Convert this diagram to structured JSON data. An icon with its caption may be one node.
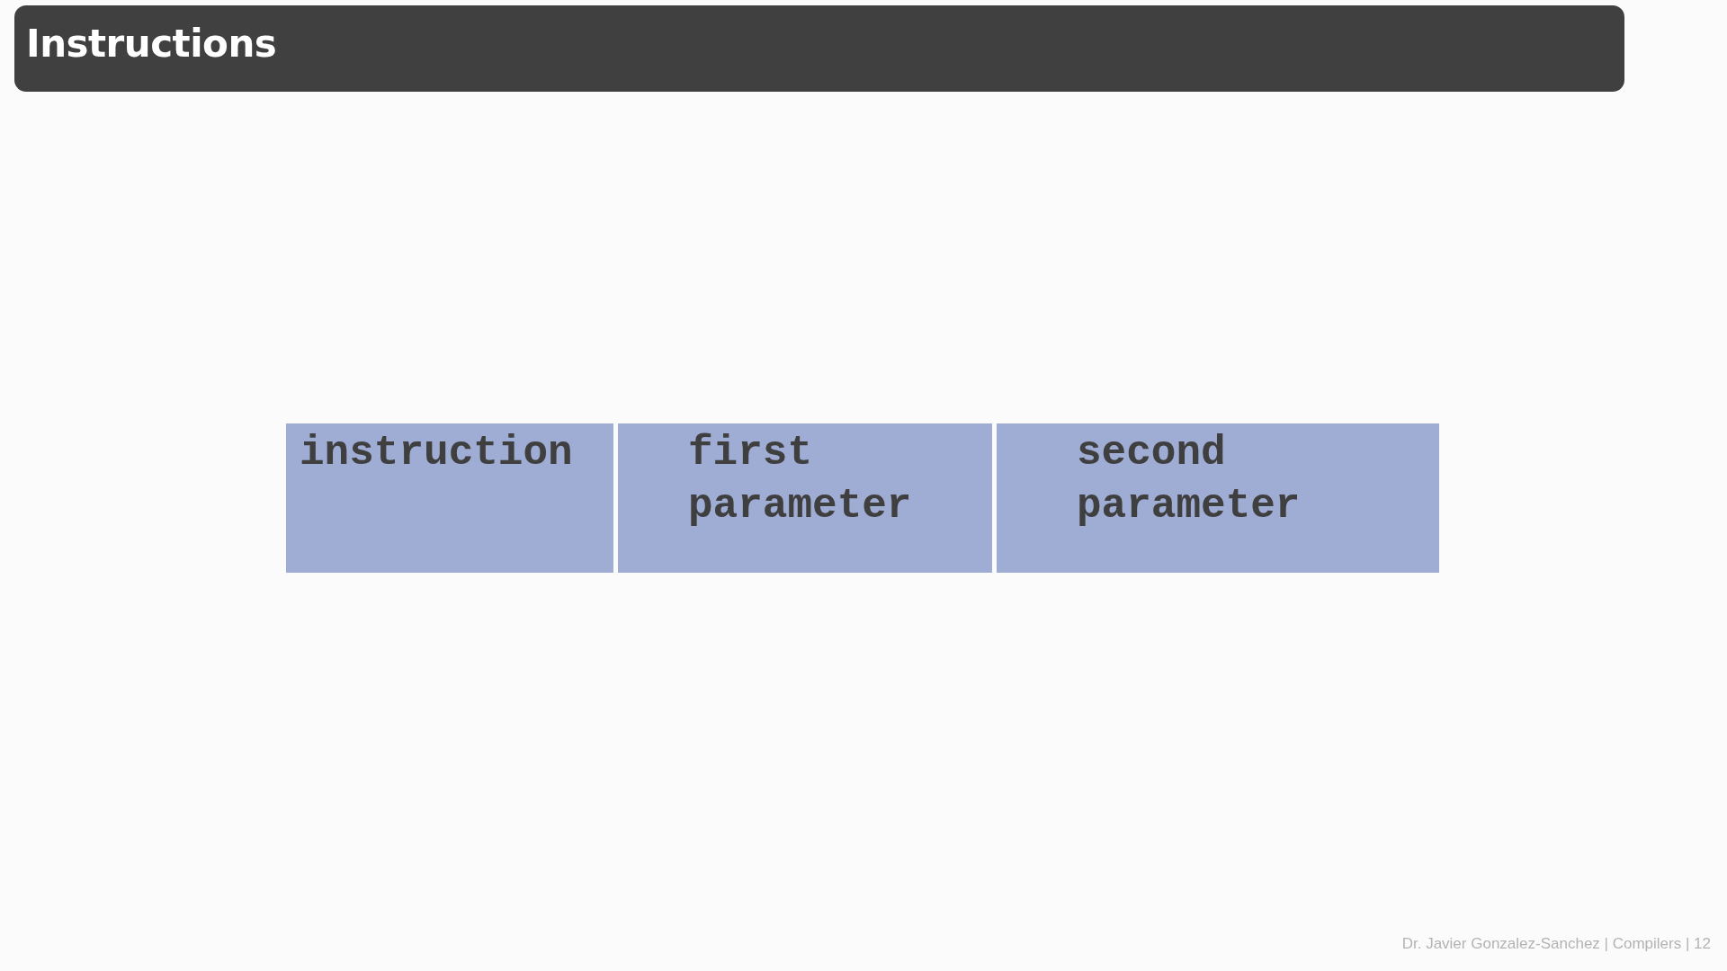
{
  "diagram": {
    "title": "Instructions",
    "nodes": [
      {
        "text": [
          "instruction"
        ]
      },
      {
        "text": [
          "first parameter"
        ]
      },
      {
        "text": [
          "second parameter"
        ]
      }
    ],
    "labels": [
      "Dr. Javier Gonzalez-Sanchez | Compilers | 12"
    ]
  }
}
